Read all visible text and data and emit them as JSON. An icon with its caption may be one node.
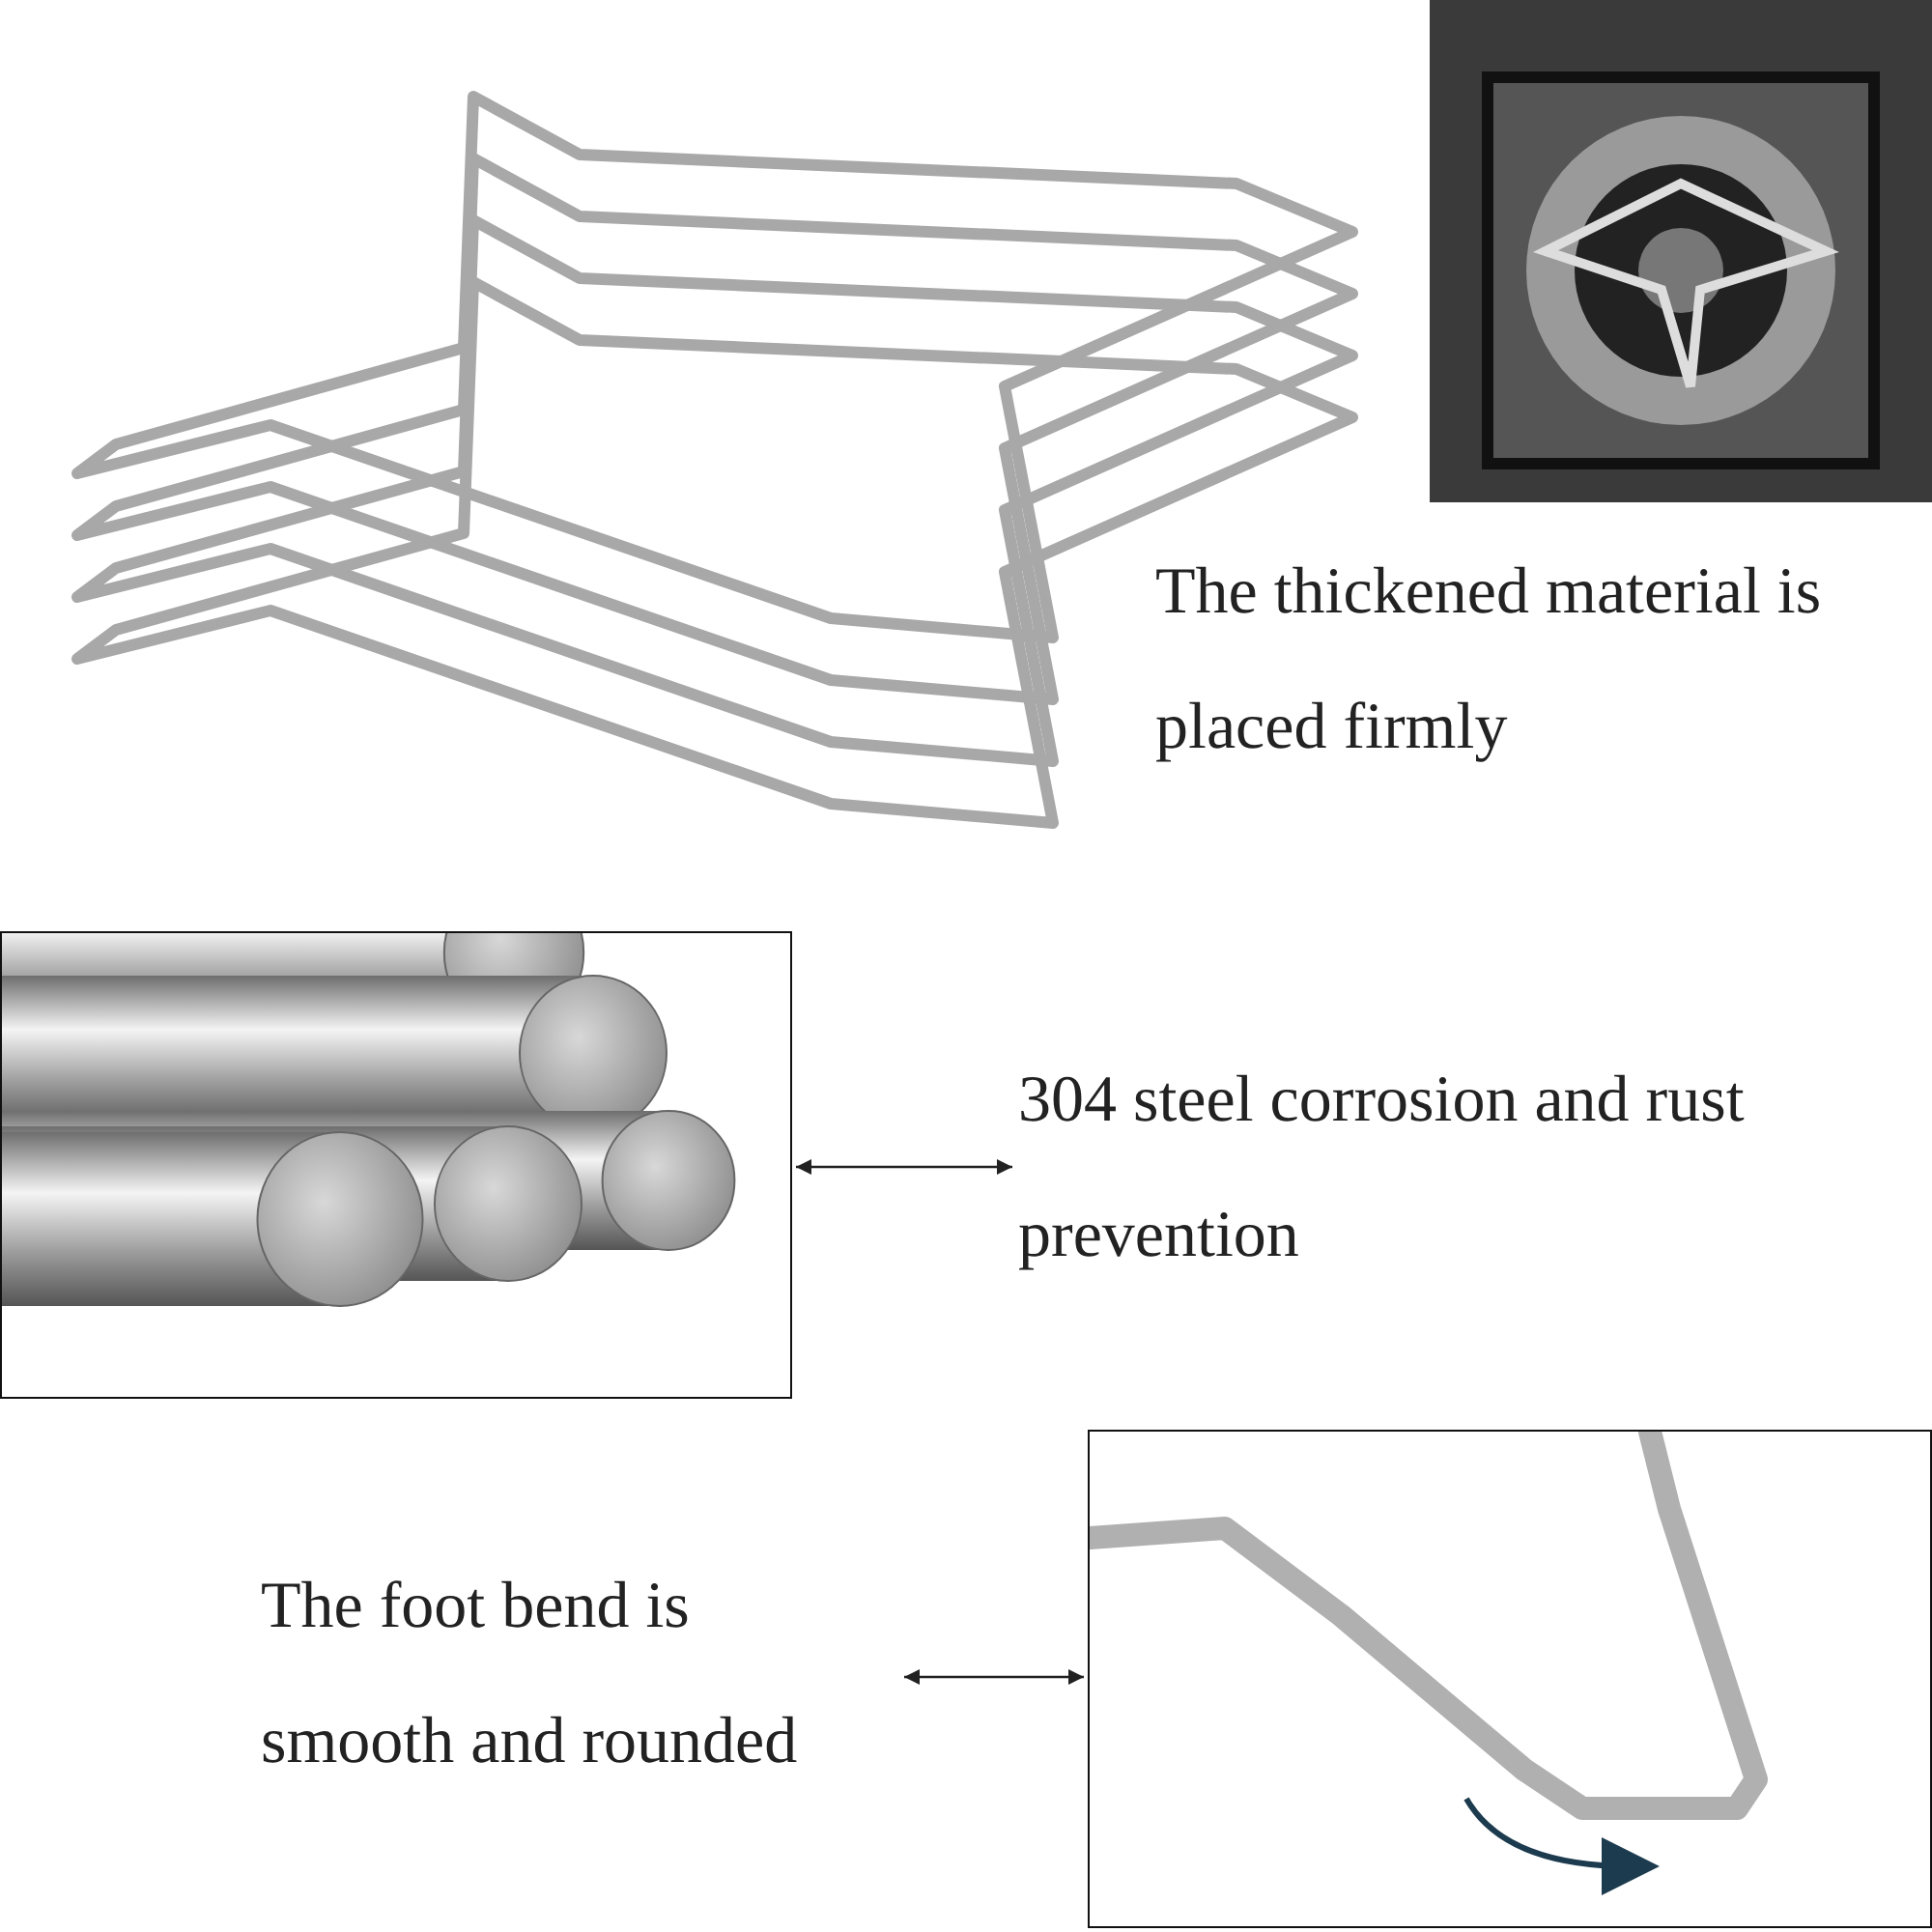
{
  "diagram": {
    "nodes": [
      {
        "text": [],
        "shape": "picture"
      },
      {
        "text": [
          "304 steel corrosion and rust prevention"
        ]
      },
      {
        "text": [],
        "shape": "picture"
      },
      {
        "text": [
          "The foot bend is smooth and rounded"
        ]
      }
    ],
    "edges": [
      {
        "from": 1,
        "to": 0,
        "arrow": "both"
      },
      {
        "from": 3,
        "to": 2,
        "arrow": "both"
      }
    ],
    "labels": [
      "The thickened material is placed firmly"
    ]
  }
}
